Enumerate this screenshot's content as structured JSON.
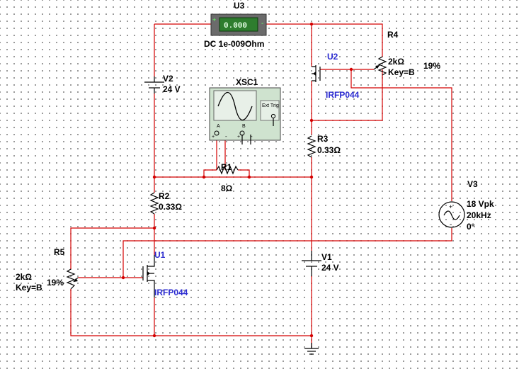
{
  "colors": {
    "wire": "#d40000",
    "mosfet_label": "#2a2ad0",
    "meter_screen": "#2e7d2e"
  },
  "components": {
    "u3": {
      "ref": "U3",
      "display": "0.000",
      "plus": "+",
      "minus": "-",
      "label": "DC  1e-009Ohm"
    },
    "v2": {
      "ref": "V2",
      "value": "24 V"
    },
    "v1": {
      "ref": "V1",
      "value": "24 V"
    },
    "v3": {
      "ref": "V3",
      "amplitude": "18 Vpk",
      "frequency": "20kHz",
      "phase": "0°",
      "icon": "ac-source-icon"
    },
    "r1": {
      "ref": "R1",
      "value": "8Ω"
    },
    "r2": {
      "ref": "R2",
      "value": "0.33Ω"
    },
    "r3": {
      "ref": "R3",
      "value": "0.33Ω"
    },
    "r4": {
      "ref": "R4",
      "value": "2kΩ",
      "key": "Key=B",
      "percent": "19%"
    },
    "r5": {
      "ref": "R5",
      "value": "2kΩ",
      "key": "Key=B",
      "percent": "19%"
    },
    "u1": {
      "ref": "U1",
      "part": "IRFP044"
    },
    "u2": {
      "ref": "U2",
      "part": "IRFP044"
    },
    "xsc1": {
      "ref": "XSC1",
      "ext_trig": "Ext Trig",
      "a": "A",
      "b": "B",
      "plus": "+",
      "minus": "-"
    }
  }
}
